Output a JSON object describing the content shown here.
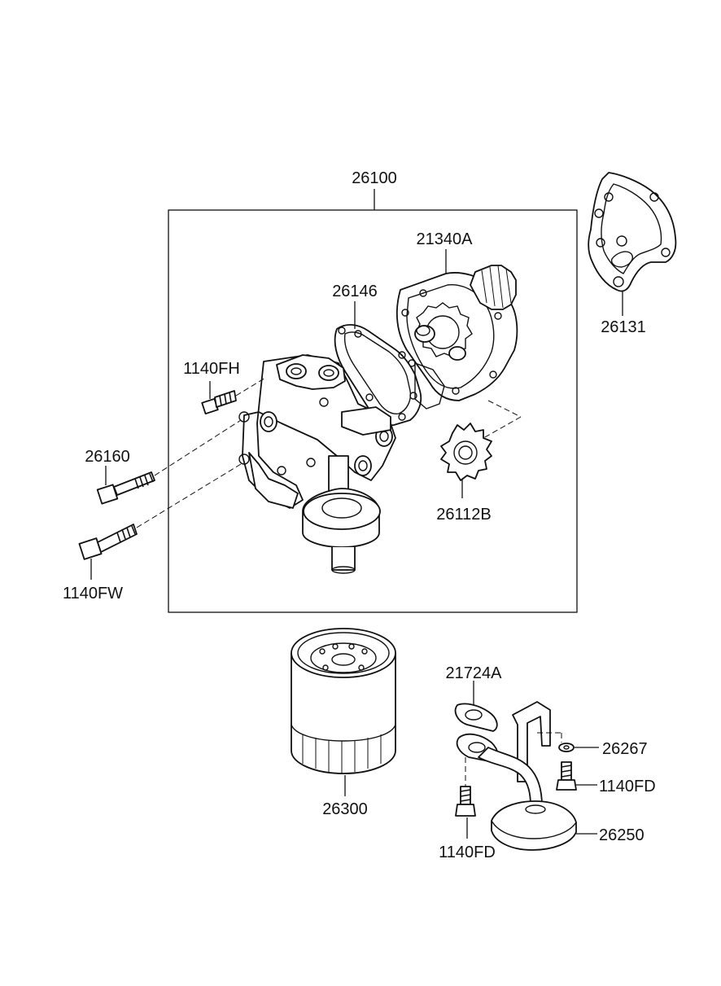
{
  "diagram": {
    "labels": {
      "assembly": "26100",
      "pump_cover": "21340A",
      "cover_gasket": "26146",
      "gasket_outer": "26131",
      "bolt_top": "1140FH",
      "bolt_mid": "26160",
      "bolt_long": "1140FW",
      "gear": "26112B",
      "filter": "26300",
      "strainer_gasket": "21724A",
      "washer": "26267",
      "bolt_right": "1140FD",
      "strainer": "26250",
      "bolt_bottom": "1140FD"
    }
  }
}
